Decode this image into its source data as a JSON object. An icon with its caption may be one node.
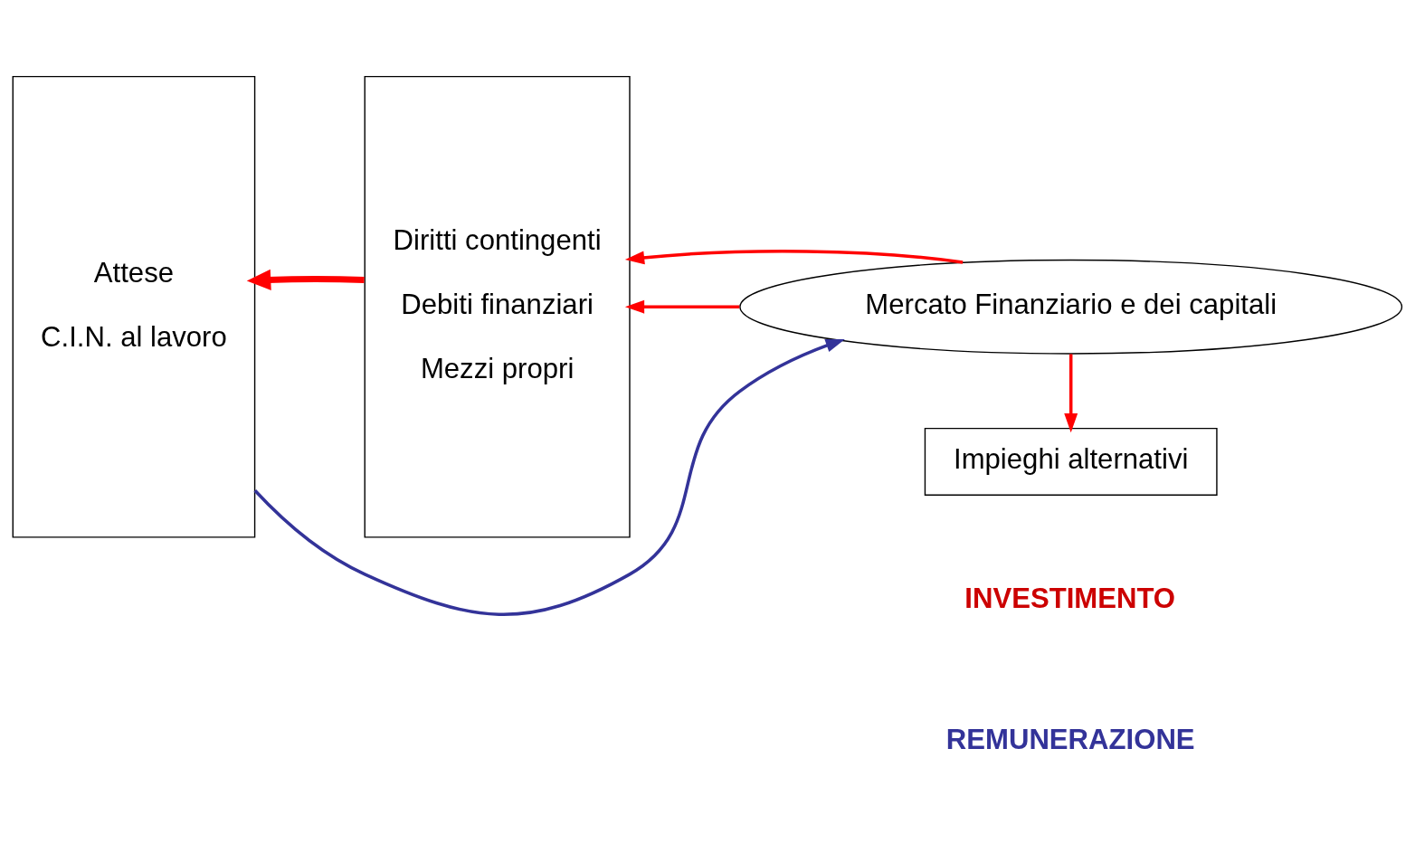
{
  "diagram": {
    "nodes": [
      {
        "text": [
          "Attese",
          "C.I.N. al lavoro"
        ]
      },
      {
        "text": [
          "Diritti contingenti",
          "Debiti finanziari",
          "Mezzi propri"
        ]
      },
      {
        "text": [
          "Mercato Finanziario e dei capitali"
        ]
      },
      {
        "text": [
          "Impieghi alternativi"
        ]
      }
    ],
    "edges": [
      {
        "from": 1,
        "to": 0,
        "arrow": "to",
        "style": "thick"
      },
      {
        "from": 2,
        "to": 1,
        "arrow": "to"
      },
      {
        "from": 2,
        "to": 1,
        "arrow": "to"
      },
      {
        "from": 2,
        "to": 3,
        "arrow": "to"
      },
      {
        "from": 0,
        "to": 2,
        "arrow": "to",
        "color": "#333399"
      }
    ],
    "legend": [
      {
        "text": "INVESTIMENTO",
        "color": "#cc0000"
      },
      {
        "text": "REMUNERAZIONE",
        "color": "#333399"
      }
    ]
  }
}
